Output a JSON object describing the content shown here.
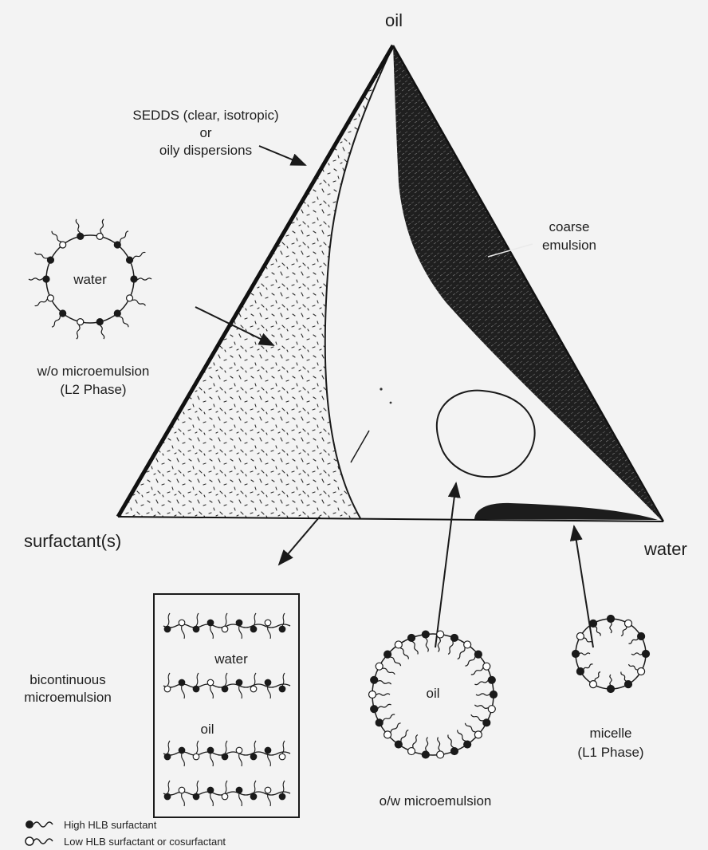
{
  "vertices": {
    "oil": "oil",
    "surfactant": "surfactant(s)",
    "water": "water"
  },
  "regions": {
    "sedds": {
      "line1": "SEDDS (clear, isotropic)",
      "line2": "or",
      "line3": "oily dispersions"
    },
    "coarse_emulsion": {
      "line1": "coarse",
      "line2": "emulsion"
    },
    "wo_microemulsion": {
      "center_label": "water",
      "line1": "w/o microemulsion",
      "line2": "(L2 Phase)"
    },
    "bicontinuous": {
      "line1": "bicontinuous",
      "line2": "microemulsion",
      "water_label": "water",
      "oil_label": "oil"
    },
    "ow_microemulsion": {
      "center_label": "oil",
      "caption": "o/w microemulsion"
    },
    "micelle": {
      "line1": "micelle",
      "line2": "(L1 Phase)"
    }
  },
  "legend": [
    {
      "symbol": "filled",
      "label": "High HLB surfactant"
    },
    {
      "symbol": "open",
      "label": "Low HLB surfactant or cosurfactant"
    }
  ]
}
